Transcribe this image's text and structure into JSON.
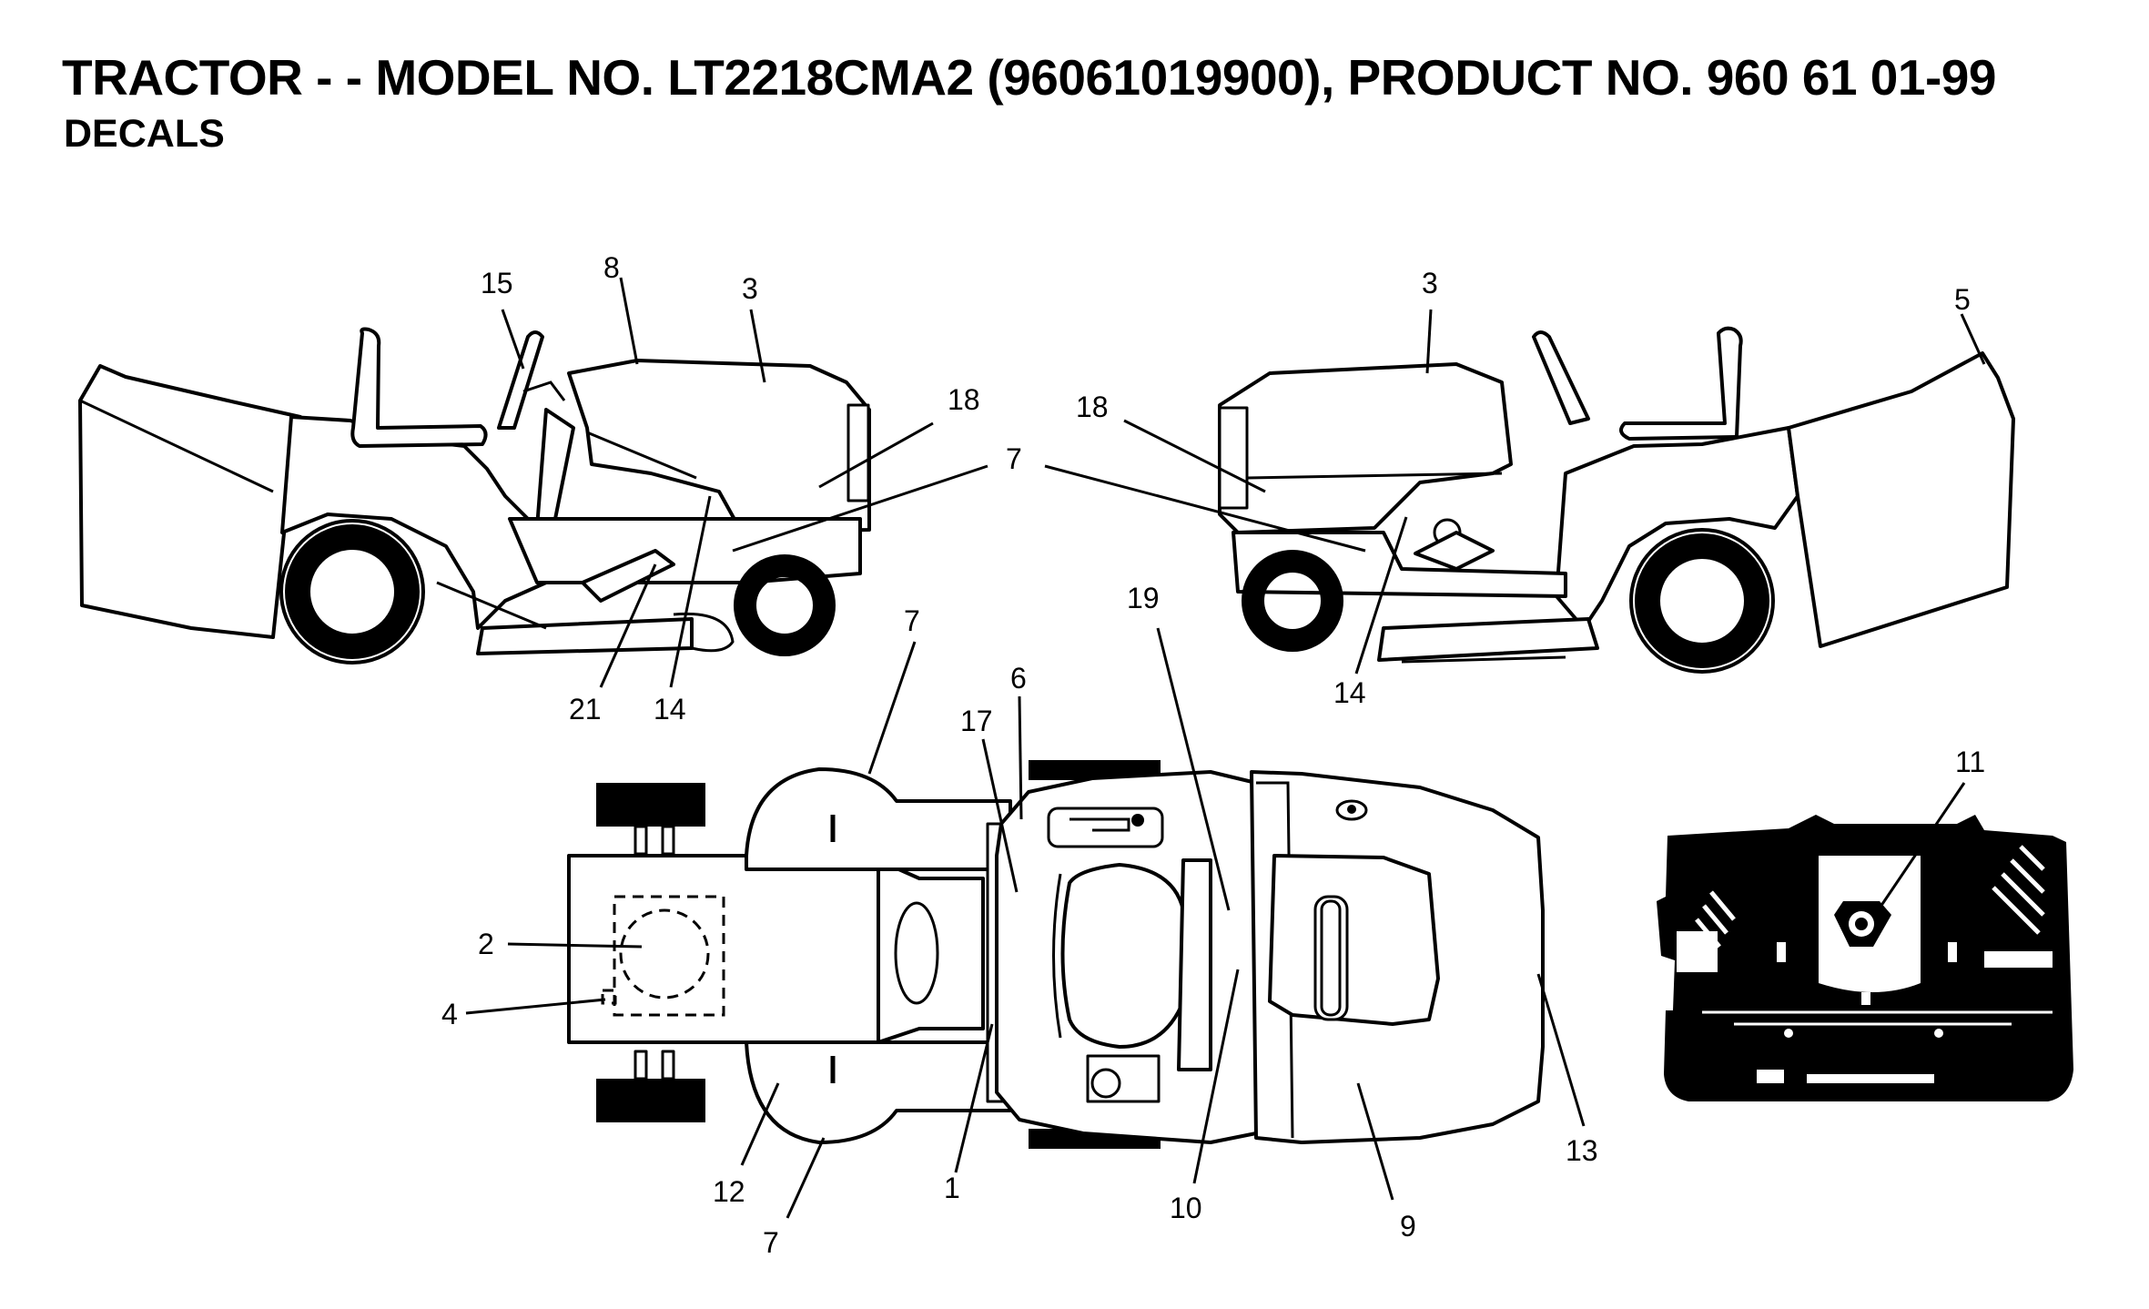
{
  "header": {
    "title": "TRACTOR - - MODEL NO. LT2218CMA2 (96061019900), PRODUCT NO. 960 61 01-99",
    "subtitle": "DECALS"
  },
  "callouts": {
    "left_15": "15",
    "left_8": "8",
    "left_3": "3",
    "left_18": "18",
    "left_7": "7",
    "left_21": "21",
    "left_14": "14",
    "right_3": "3",
    "right_5": "5",
    "right_18": "18",
    "right_14": "14",
    "top_7a": "7",
    "top_6": "6",
    "top_17": "17",
    "top_19": "19",
    "top_2": "2",
    "top_4": "4",
    "top_12": "12",
    "top_7b": "7",
    "top_1": "1",
    "top_10": "10",
    "top_9": "9",
    "top_13": "13",
    "dash_11": "11"
  }
}
